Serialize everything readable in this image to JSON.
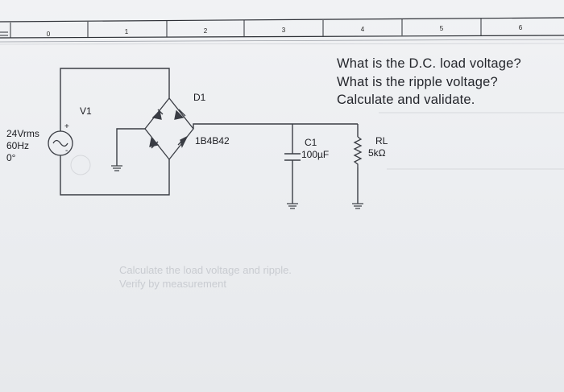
{
  "ruler": {
    "numbers": [
      "0",
      "1",
      "2",
      "3",
      "4",
      "5",
      "6"
    ]
  },
  "source": {
    "name": "V1",
    "voltage": "24Vrms",
    "frequency": "60Hz",
    "phase": "0°",
    "plus": "+",
    "minus": "-"
  },
  "bridge": {
    "name": "D1",
    "part": "1B4B42"
  },
  "capacitor": {
    "name": "C1",
    "value": "100µF"
  },
  "load": {
    "name": "RL",
    "value": "5kΩ"
  },
  "questions": {
    "q1": "What is the D.C. load voltage?",
    "q2": "What is the ripple voltage?",
    "q3": "Calculate and validate."
  },
  "faded_text": {
    "line1": "Calculate the load voltage and ripple.",
    "line2": "Verify by measurement"
  },
  "colors": {
    "wire": "#3a3d44",
    "paper": "#eceef1"
  }
}
